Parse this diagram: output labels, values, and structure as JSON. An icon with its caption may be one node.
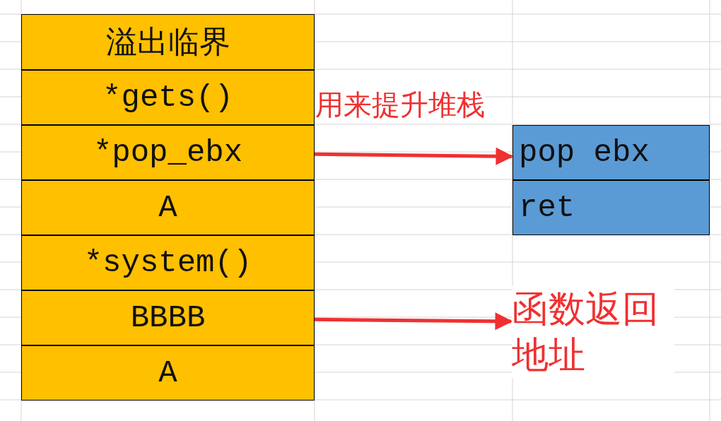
{
  "diagram": {
    "nodes": [
      {
        "text": [
          "溢出临界"
        ]
      },
      {
        "text": [
          "*gets()"
        ]
      },
      {
        "text": [
          "*pop_ebx"
        ]
      },
      {
        "text": [
          "A"
        ]
      },
      {
        "text": [
          "*system()"
        ]
      },
      {
        "text": [
          "BBBB"
        ]
      },
      {
        "text": [
          "A"
        ]
      },
      {
        "text": [
          "pop ebx"
        ]
      },
      {
        "text": [
          "ret"
        ]
      },
      {
        "text": [
          "函数返回地址"
        ]
      }
    ],
    "edges": [
      {
        "from": 2,
        "to": 7,
        "arrow": "to",
        "label": "用来提升堆栈"
      },
      {
        "from": 5,
        "to": 9,
        "arrow": "to"
      }
    ]
  }
}
